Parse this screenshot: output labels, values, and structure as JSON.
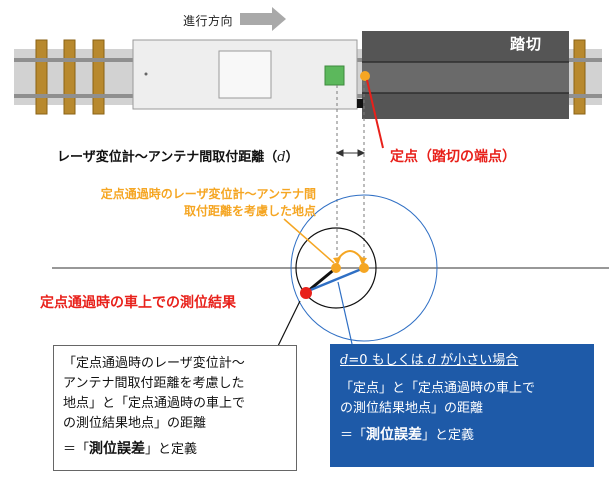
{
  "travel_direction_label": "進行方向",
  "crossing_label": "踏切",
  "distance_label": {
    "text": "レーザ変位計〜アンテナ間取付距離（",
    "symbol": "d",
    "close": "）"
  },
  "fixed_point_label": "定点（踏切の端点）",
  "adjusted_point_label": [
    "定点通過時のレーザ変位計〜アンテナ間",
    "取付距離を考慮した地点"
  ],
  "onboard_result_label": "定点通過時の車上での測位結果",
  "note_box": {
    "lines": [
      "「定点通過時のレーザ変位計〜",
      "アンテナ間取付距離を考慮した",
      "地点」と「定点通過時の車上で",
      "の測位結果地点」の距離"
    ],
    "definition_prefix": "＝「",
    "definition_term": "測位誤差",
    "definition_suffix": "」と定義"
  },
  "blue_box": {
    "case_symbol1": "d",
    "case_mid": "=0 もしくは",
    "case_symbol2": "d",
    "case_end": "が小さい場合",
    "lines": [
      "「定点」と「定点通過時の車上で",
      "の測位結果地点」の距離"
    ],
    "definition_prefix": "＝「",
    "definition_term": "測位誤差",
    "definition_suffix": "」と定義"
  },
  "colors": {
    "orange": "#f5a623",
    "red": "#e8211b",
    "blue": "#1e5aa8",
    "antenna_green": "#5cb85c",
    "crossing_dark": "#555555",
    "rail_gray": "#9a9a9a"
  }
}
